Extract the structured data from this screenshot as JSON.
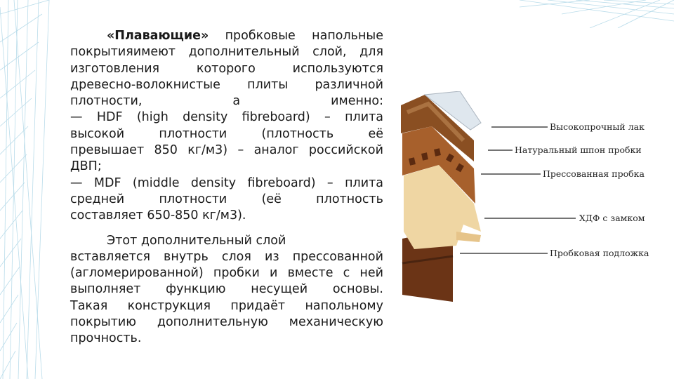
{
  "text": {
    "p1": {
      "bold_lead": "«Плавающие»",
      "lines": [
        " пробковые напольные",
        "покрытияимеют дополнительный слой, для",
        "изготовления которого используются",
        "древесно-волокнистые плиты различной",
        "плотности, а именно:",
        "— HDF (high density fibreboard) – плита",
        "высокой плотности (плотность её",
        "превышает 850 кг/м3) – аналог российской",
        "ДВП;",
        "— MDF (middle density fibreboard) – плита",
        "средней плотности (её плотность",
        "составляет 650-850 кг/м3)."
      ]
    },
    "p2": {
      "lines": [
        "Этот дополнительный слой",
        "вставляется внутрь слоя из прессованной",
        "(агломерированной) пробки и вместе с ней",
        "выполняет функцию несущей основы.",
        "Такая конструкция придаёт напольному",
        "покрытию дополнительную механическую",
        "прочность."
      ]
    }
  },
  "figure": {
    "labels": [
      "Высокопрочный лак",
      "Натуральный шпон пробки",
      "Прессованная пробка",
      "ХДФ с замком",
      "Пробковая подложка"
    ]
  },
  "colors": {
    "wireframe": "#b9dcea",
    "varnish": "#dfe7ee",
    "veneer": "#8a4f22",
    "pressed_cork": "#a7602c",
    "hdf": "#efd6a3",
    "underlay": "#6b3416"
  }
}
